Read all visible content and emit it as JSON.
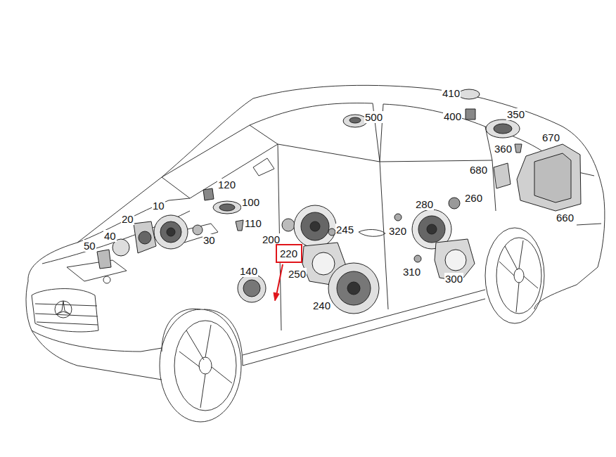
{
  "diagram": {
    "nodes": [
      {
        "text": [
          "220"
        ]
      }
    ],
    "labels": [
      "410",
      "500",
      "400",
      "350",
      "670",
      "360",
      "680",
      "120",
      "100",
      "260",
      "20",
      "10",
      "280",
      "110",
      "200",
      "245",
      "320",
      "660",
      "50",
      "40",
      "30",
      "250",
      "310",
      "300",
      "140",
      "240"
    ]
  }
}
